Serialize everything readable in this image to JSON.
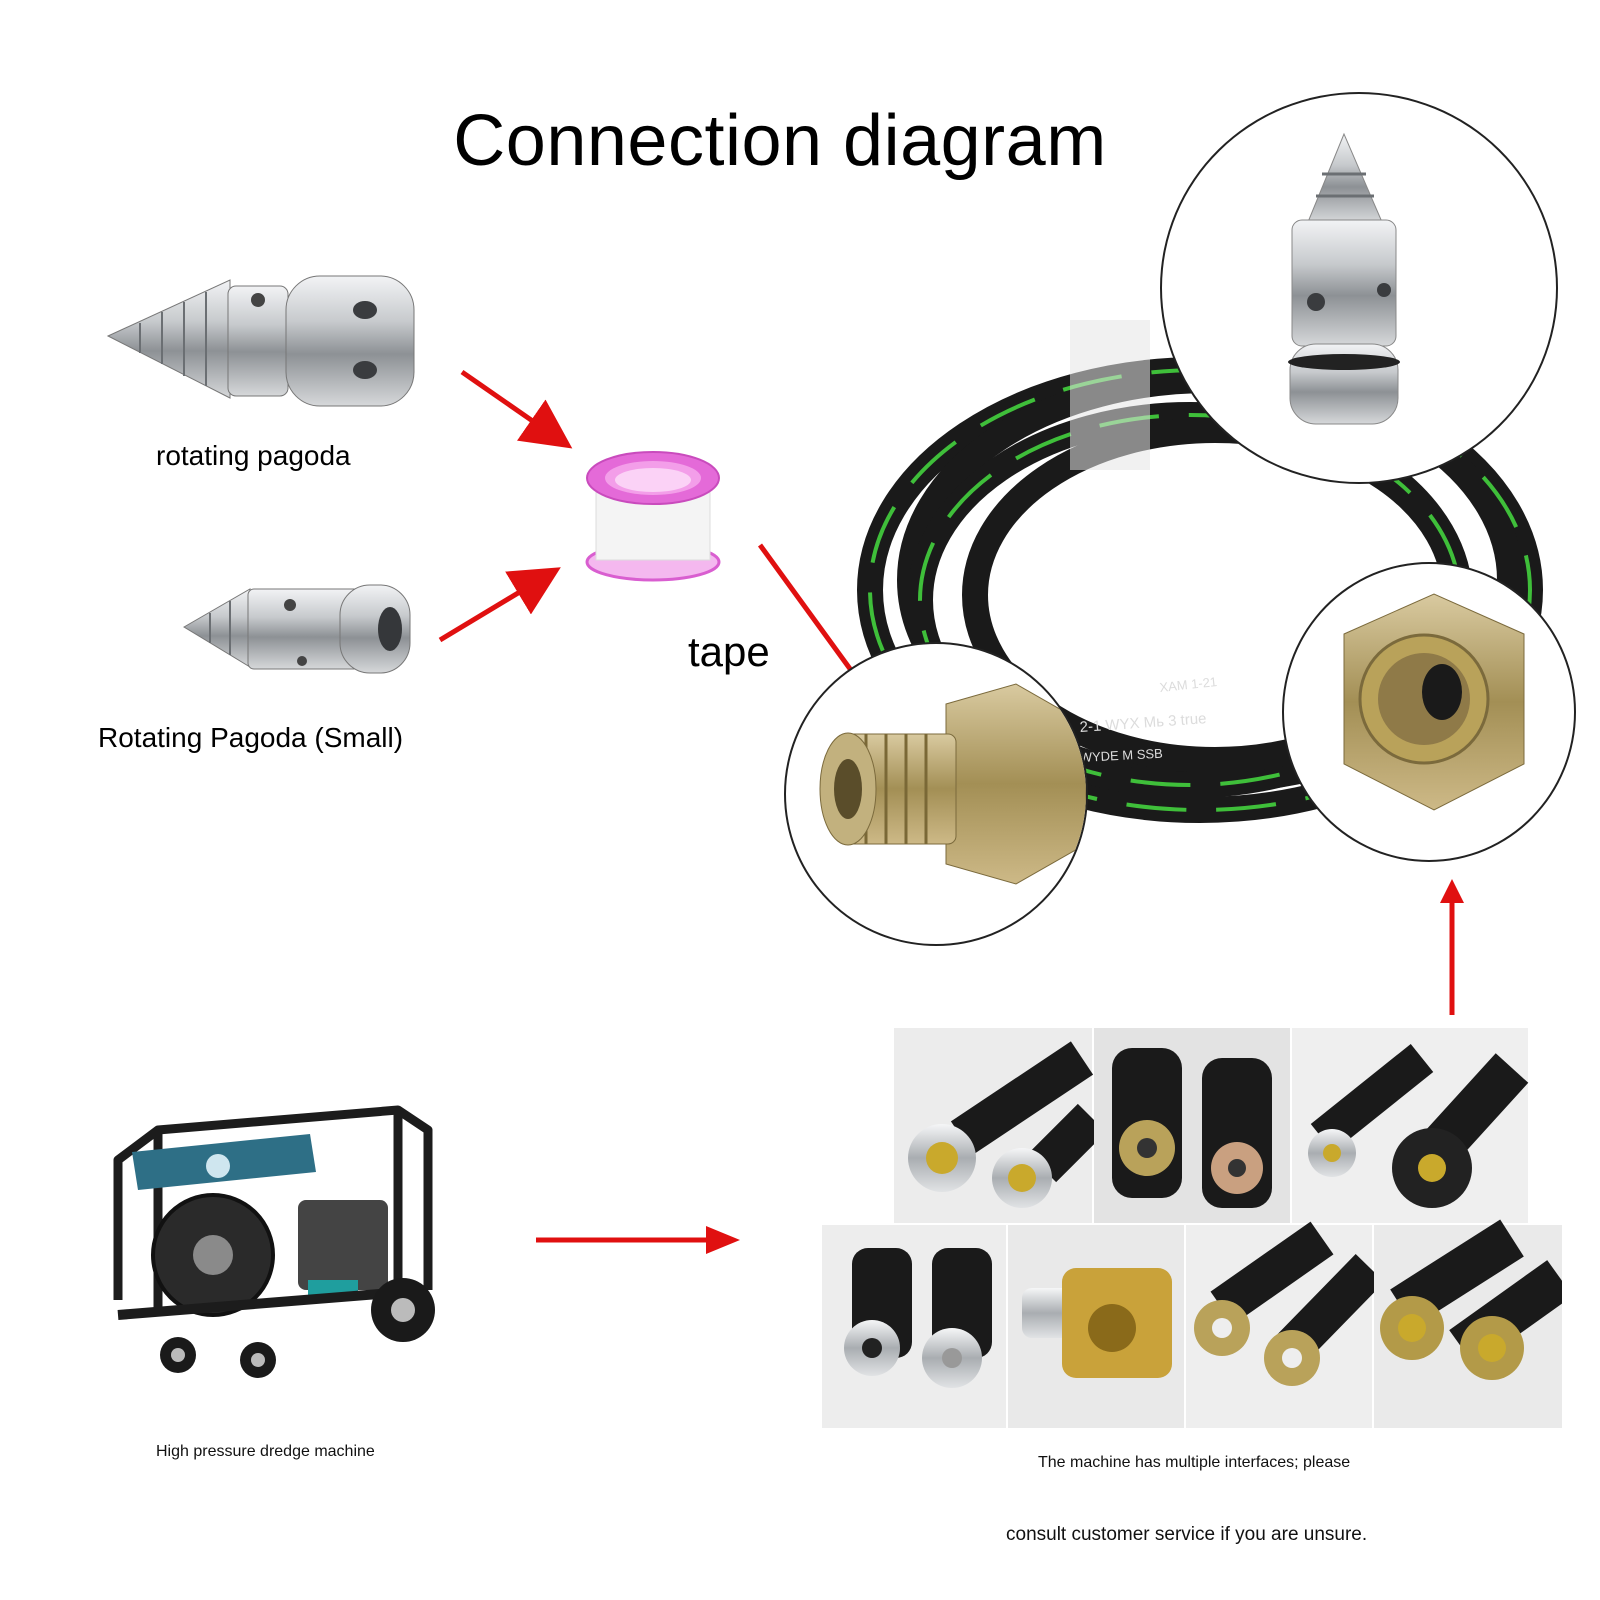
{
  "title": "Connection diagram",
  "labels": {
    "rotating_pagoda": "rotating pagoda",
    "rotating_pagoda_small": "Rotating Pagoda (Small)",
    "tape": "tape",
    "machine": "High pressure dredge machine",
    "interfaces_line1": "The machine has multiple interfaces; please",
    "interfaces_line2": "consult customer service if you are unsure."
  },
  "hose_print": {
    "line_a": "2-1 WYX Mь 3 true",
    "line_b": "XAM 1-21",
    "line_c": "WYDE M SSB"
  },
  "colors": {
    "arrow": "#e01010",
    "tape_pink": "#e46ad8",
    "hose_green": "#3fbf3a",
    "metal": "#c9ccd0",
    "brass": "#b9a25a"
  }
}
